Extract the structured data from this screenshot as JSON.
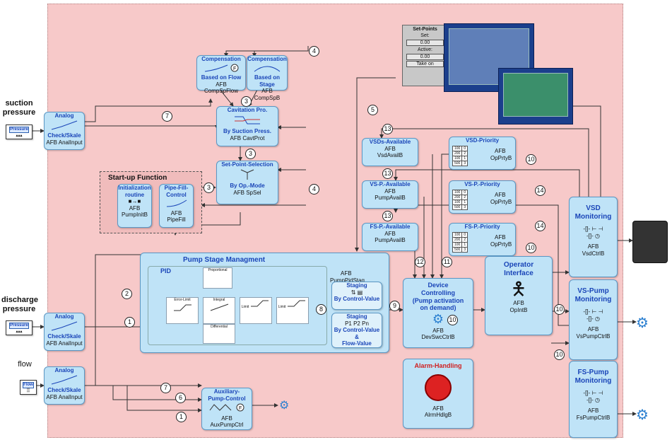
{
  "colors": {
    "background": "#f7c9c9",
    "block": "#bfe3f7",
    "title": "#1a45b8",
    "lines": "#333333"
  },
  "inputs": {
    "suction": "suction\npressure",
    "discharge": "discharge\npressure",
    "flow": "flow"
  },
  "sensors": {
    "pressure": "Pressure",
    "flow": "Flow"
  },
  "analog_block": {
    "title": "Analog",
    "subtitle": "Check/Skale",
    "afb": "AFB AnalInput"
  },
  "comp_flow": {
    "title": "Compensation",
    "subtitle": "Based on Flow",
    "afb": "AFB",
    "name": "CompSpFlow"
  },
  "comp_stage": {
    "title": "Compensation",
    "subtitle": "Based on Stage",
    "afb": "AFB",
    "name": "CompSpB"
  },
  "cavitation": {
    "title": "Cavitation Pro.",
    "subtitle": "By Suction Press.",
    "afb": "AFB CavtProt"
  },
  "setpoint_sel": {
    "title": "Set-Point-Selection",
    "subtitle": "By Op.-Mode",
    "afb": "AFB SpSel"
  },
  "startup": {
    "title": "Start-up Function",
    "init_title": "Initialization routine",
    "init_afb": "AFB",
    "init_name": "PumpInitB",
    "fill_title": "Pipe-Fill-Control",
    "fill_afb": "AFB",
    "fill_name": "PipeFill"
  },
  "pump_stage": {
    "title": "Pump Stage Managment",
    "afb": "AFB",
    "name": "PumpPidStag",
    "pid": "PID",
    "proportional": "Proportional",
    "error_limit": "Error-Limit",
    "integral": "Integral",
    "limit1": "Limit",
    "limit2": "Limit",
    "differential": "Differential",
    "staging1_title": "Staging",
    "staging1_sub": "By Control-Value",
    "staging2_title": "Staging",
    "staging2_sub": "By Control-Value &\nFlow-Value",
    "p1": "P1",
    "p2": "P2",
    "pn": "Pn"
  },
  "vsd_avail": {
    "title": "VSDs-Available",
    "afb": "AFB",
    "name": "VsdAvailB"
  },
  "vsp_avail": {
    "title": "VS-P.-Available",
    "afb": "AFB",
    "name": "PumpAvailB"
  },
  "fsp_avail": {
    "title": "FS-P.-Available",
    "afb": "AFB",
    "name": "PumpAvailB"
  },
  "vsd_prio": {
    "title": "VSD-Priority",
    "afb": "AFB",
    "name": "OpPrtyB",
    "rows": [
      [
        "100",
        "0"
      ],
      [
        "200",
        "2"
      ],
      [
        "100",
        "1"
      ],
      [
        "500",
        "3"
      ]
    ]
  },
  "vsp_prio": {
    "title": "VS-P.-Priority",
    "afb": "AFB",
    "name": "OpPrtyB",
    "rows": [
      [
        "100",
        "0"
      ],
      [
        "200",
        "2"
      ],
      [
        "100",
        "1"
      ],
      [
        "500",
        "3"
      ]
    ]
  },
  "fsp_prio": {
    "title": "FS-P.-Priority",
    "afb": "AFB",
    "name": "OpPrtyB",
    "rows": [
      [
        "100",
        "0"
      ],
      [
        "200",
        "2"
      ],
      [
        "100",
        "1"
      ],
      [
        "500",
        "3"
      ]
    ]
  },
  "device": {
    "title": "Device\nControlling\n(Pump activation\non demand)",
    "afb": "AFB",
    "name": "DevSwcCtrlB"
  },
  "operator": {
    "title": "Operator\nInterface",
    "afb": "AFB",
    "name": "OpIntB"
  },
  "alarm": {
    "title": "Alarm-Handling",
    "afb": "AFB",
    "name": "AlrmHdlgB"
  },
  "aux": {
    "title": "Auxiliary-\nPump-Control",
    "afb": "AFB",
    "name": "AuxPumpCtrl"
  },
  "vsd_mon": {
    "title": "VSD\nMonitoring",
    "afb": "AFB",
    "name": "VsdCtrlB"
  },
  "vsp_mon": {
    "title": "VS-Pump\nMonitoring",
    "afb": "AFB",
    "name": "VsPumpCtrlB"
  },
  "fsp_mon": {
    "title": "FS-Pump\nMonitoring",
    "afb": "AFB",
    "name": "FsPumpCtrlB"
  },
  "setpoint_panel": {
    "title": "Set-Points",
    "set": "Set:",
    "set_val": "0.00",
    "active": "Active:",
    "active_val": "0.00",
    "take_on": "Take on"
  },
  "numbers": {
    "n1a": "1",
    "n1b": "1",
    "n2": "2",
    "n3a": "3",
    "n3b": "3",
    "n3c": "3",
    "n4a": "4",
    "n4b": "4",
    "n5": "5",
    "n6": "6",
    "n7a": "7",
    "n7b": "7",
    "n8": "8",
    "n9": "9",
    "n10a": "10",
    "n10b": "10",
    "n10c": "10",
    "n10d": "10",
    "n10e": "10",
    "n11": "11",
    "n12": "12",
    "n13a": "13",
    "n13b": "13",
    "n13c": "13",
    "n14a": "14",
    "n14b": "14"
  }
}
